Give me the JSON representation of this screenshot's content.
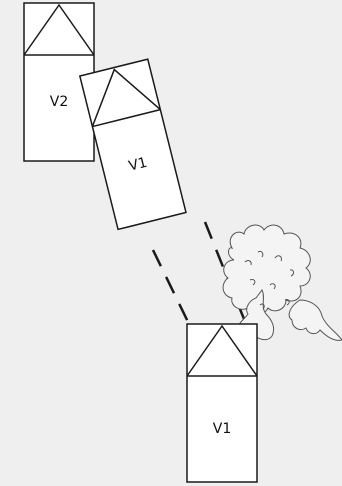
{
  "diagram": {
    "background": "#efefef",
    "stroke_color": "#1a1a1a",
    "vehicles": [
      {
        "id": "v2-parked",
        "label": "V2"
      },
      {
        "id": "v1-initial",
        "label": "V1"
      },
      {
        "id": "v1-final",
        "label": "V1"
      }
    ],
    "path_style": "dashed",
    "obstacle": "tree-icon"
  }
}
